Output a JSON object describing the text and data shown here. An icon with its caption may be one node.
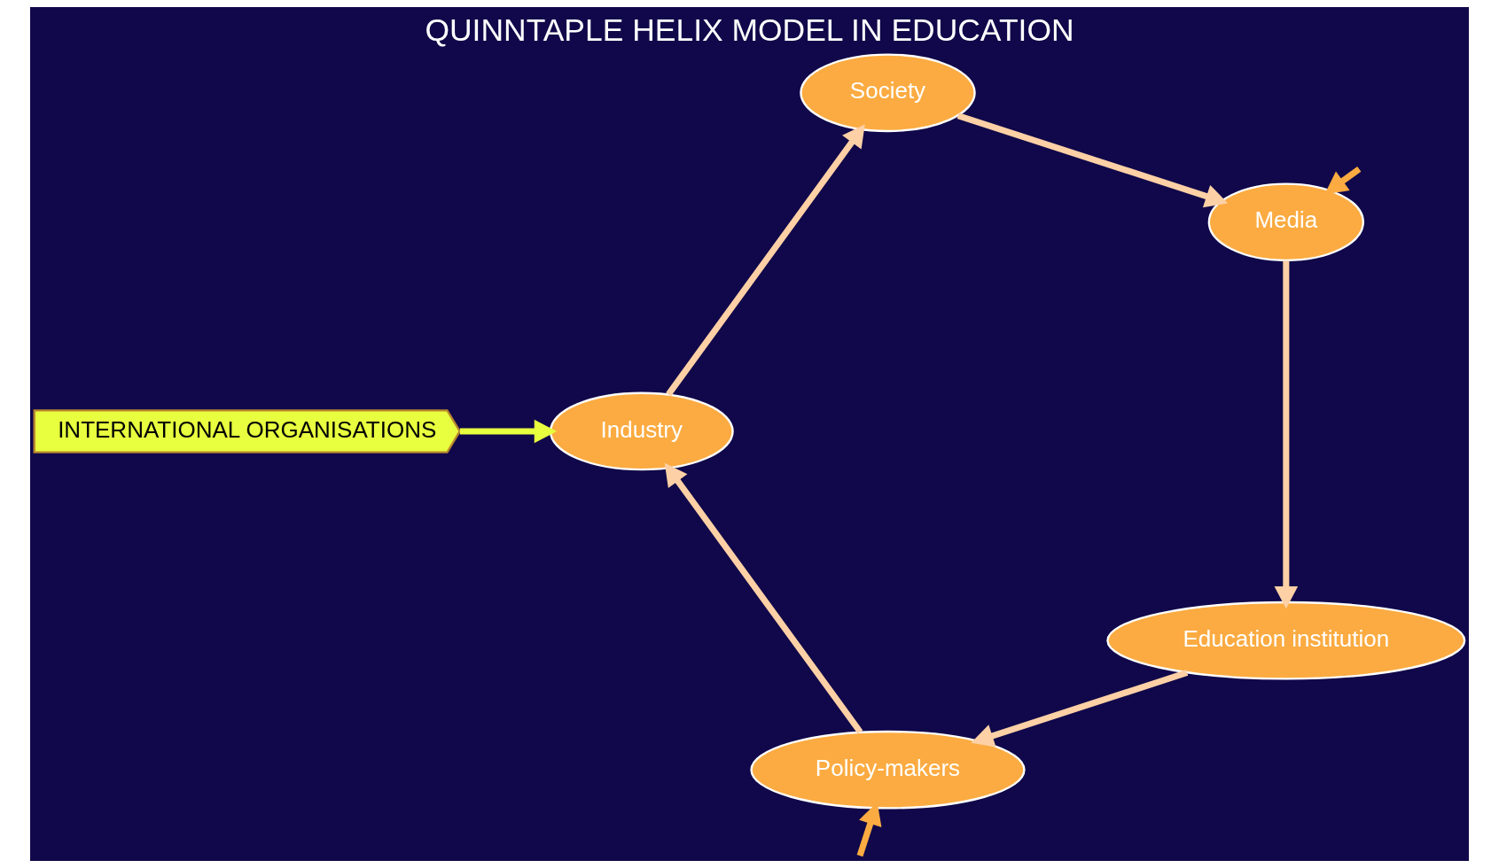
{
  "diagram": {
    "title": "QUINNTAPLE HELIX MODEL IN EDUCATION",
    "nodes": [
      {
        "text": [
          "INTERNATIONAL ORGANISATIONS"
        ]
      },
      {
        "text": [
          "Industry"
        ]
      },
      {
        "text": [
          "Society"
        ]
      },
      {
        "text": [
          "Media"
        ]
      },
      {
        "text": [
          "Education institution"
        ]
      },
      {
        "text": [
          "Policy-makers"
        ]
      }
    ],
    "edges": [
      {
        "from": 1,
        "to": 2,
        "arrow": "to"
      },
      {
        "from": 2,
        "to": 3,
        "arrow": "to"
      },
      {
        "from": 3,
        "to": 4,
        "arrow": "to"
      },
      {
        "from": 4,
        "to": 5,
        "arrow": "to"
      },
      {
        "from": 5,
        "to": 1,
        "arrow": "to"
      },
      {
        "from": 0,
        "to": 1,
        "arrow": "to",
        "color": "#e8ff3f"
      },
      {
        "from": null,
        "to": 5,
        "arrow": "to",
        "color": "#fbab41"
      },
      {
        "from": null,
        "to": 3,
        "arrow": "to",
        "color": "#fbab41"
      }
    ]
  }
}
